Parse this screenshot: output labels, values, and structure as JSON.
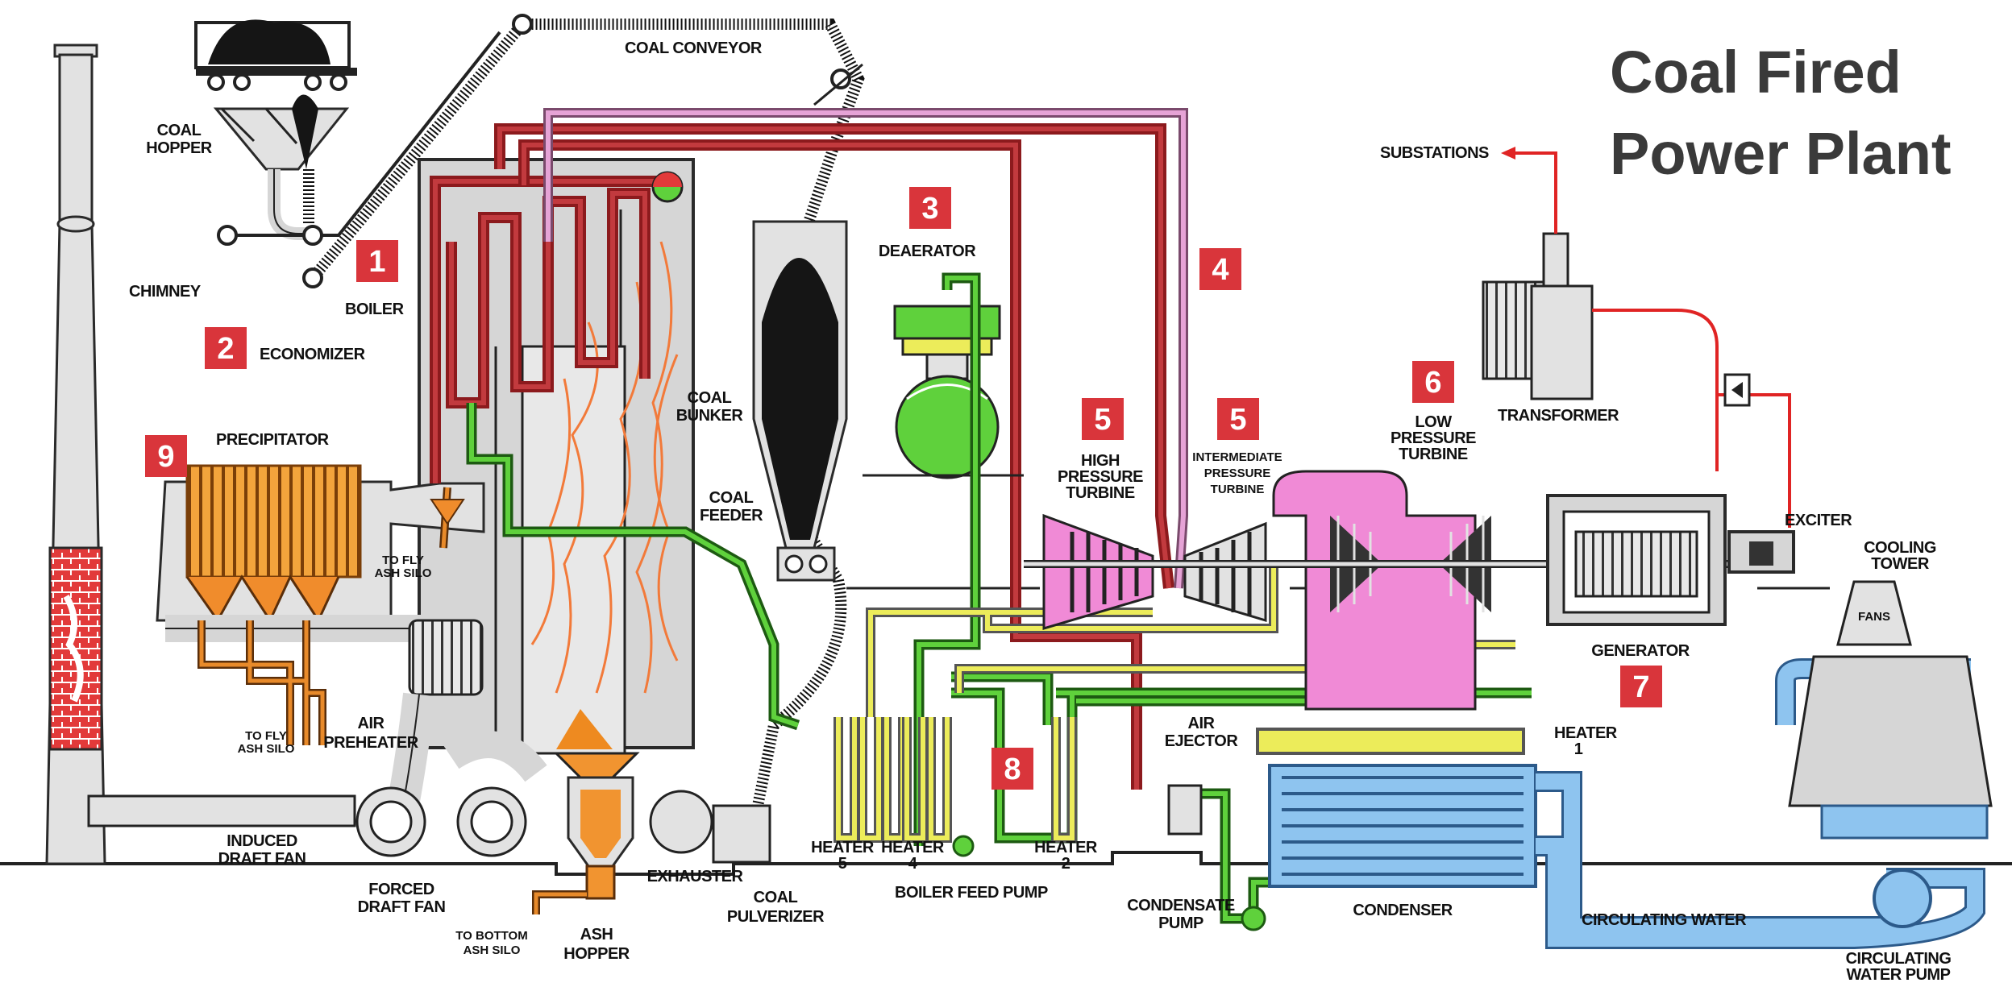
{
  "title": {
    "line1": "Coal Fired",
    "line2": "Power Plant"
  },
  "badges": {
    "b1": "1",
    "b2": "2",
    "b3": "3",
    "b4": "4",
    "b5a": "5",
    "b5b": "5",
    "b6": "6",
    "b7": "7",
    "b8": "8",
    "b9": "9"
  },
  "labels": {
    "coal_conveyor": "COAL CONVEYOR",
    "coal_hopper_1": "COAL",
    "coal_hopper_2": "HOPPER",
    "chimney": "CHIMNEY",
    "boiler": "BOILER",
    "economizer": "ECONOMIZER",
    "precipitator": "PRECIPITATOR",
    "to_fly_ash_silo_1a": "TO FLY",
    "to_fly_ash_silo_1b": "ASH SILO",
    "to_fly_ash_silo_2a": "TO FLY",
    "to_fly_ash_silo_2b": "ASH SILO",
    "air_preheater_1": "AIR",
    "air_preheater_2": "PREHEATER",
    "induced_draft_fan_1": "INDUCED",
    "induced_draft_fan_2": "DRAFT FAN",
    "forced_draft_fan_1": "FORCED",
    "forced_draft_fan_2": "DRAFT FAN",
    "to_bottom_ash_silo_1": "TO BOTTOM",
    "to_bottom_ash_silo_2": "ASH SILO",
    "ash_hopper_1": "ASH",
    "ash_hopper_2": "HOPPER",
    "exhauster": "EXHAUSTER",
    "coal_pulverizer_1": "COAL",
    "coal_pulverizer_2": "PULVERIZER",
    "coal_bunker_1": "COAL",
    "coal_bunker_2": "BUNKER",
    "coal_feeder_1": "COAL",
    "coal_feeder_2": "FEEDER",
    "deaerator": "DEAERATOR",
    "hp_turbine_1": "HIGH",
    "hp_turbine_2": "PRESSURE",
    "hp_turbine_3": "TURBINE",
    "ip_turbine_1": "INTERMEDIATE",
    "ip_turbine_2": "PRESSURE",
    "ip_turbine_3": "TURBINE",
    "lp_turbine_1": "LOW",
    "lp_turbine_2": "PRESSURE",
    "lp_turbine_3": "TURBINE",
    "substations": "SUBSTATIONS",
    "transformer": "TRANSFORMER",
    "exciter": "EXCITER",
    "generator": "GENERATOR",
    "cooling_tower_1": "COOLING",
    "cooling_tower_2": "TOWER",
    "fans": "FANS",
    "heater_1a": "HEATER",
    "heater_1b": "1",
    "heater_2a": "HEATER",
    "heater_2b": "2",
    "heater_4a": "HEATER",
    "heater_4b": "4",
    "heater_5a": "HEATER",
    "heater_5b": "5",
    "air_ejector_1": "AIR",
    "air_ejector_2": "EJECTOR",
    "boiler_feed_pump": "BOILER FEED PUMP",
    "condensate_pump_1": "CONDENSATE",
    "condensate_pump_2": "PUMP",
    "condenser": "CONDENSER",
    "circulating_water": "CIRCULATING WATER",
    "circulating_water_pump_1": "CIRCULATING",
    "circulating_water_pump_2": "WATER PUMP"
  },
  "colors": {
    "badge": "#d9353b",
    "steam_main": "#8c1a1d",
    "steam_reheat": "#e6a3d6",
    "feedwater": "#5fd13c",
    "extraction": "#ecec5a",
    "cooling_water": "#8ec4ef",
    "ash": "#e88a2a",
    "lp_turbine_casing": "#f08ad6",
    "electric": "#e02424"
  }
}
